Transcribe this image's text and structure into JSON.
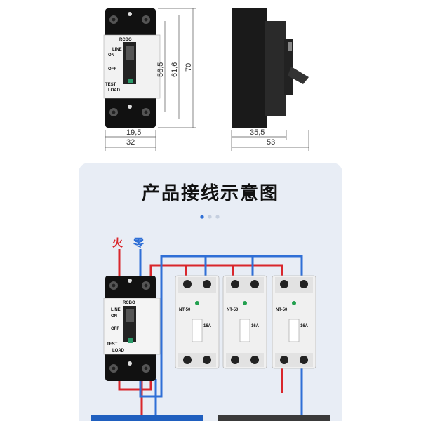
{
  "dimensions": {
    "front_width_inner": "19,5",
    "front_width_outer": "32",
    "front_height_1": "56,5",
    "front_height_2": "61,6",
    "front_height_3": "70",
    "side_depth_inner": "35,5",
    "side_depth_outer": "53"
  },
  "section": {
    "title": "产品接线示意图"
  },
  "wiring": {
    "live_label": "火",
    "neutral_label": "零",
    "bottom_left_label": "",
    "bottom_right_label": ""
  },
  "rcbo": {
    "brand": "RCBO",
    "line_label": "LINE",
    "load_label": "LOAD",
    "on_label": "ON",
    "off_label": "OFF",
    "test_label": "TEST",
    "top_label": "LINE"
  },
  "breakers": [
    {
      "model": "NT-50",
      "rating": "16A"
    },
    {
      "model": "NT-50",
      "rating": "16A"
    },
    {
      "model": "NT-50",
      "rating": "16A"
    }
  ],
  "colors": {
    "live_wire": "#d9262c",
    "neutral_wire": "#2f6fd6",
    "panel_bg": "#e8edf5",
    "dot_active": "#2f6fd6",
    "dot_inactive": "#c5cfdf"
  }
}
